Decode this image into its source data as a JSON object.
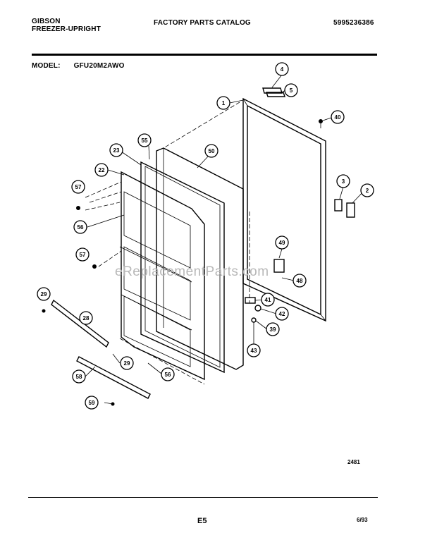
{
  "header": {
    "brand_line1": "GIBSON",
    "brand_line2": "FREEZER-UPRIGHT",
    "catalog_title": "FACTORY PARTS CATALOG",
    "catalog_number": "5995236386",
    "model_label": "MODEL:",
    "model_value": "GFU20M2AWO"
  },
  "diagram": {
    "reference_number": "2481",
    "watermark": "eReplacementParts.com",
    "callouts": [
      "4",
      "5",
      "1",
      "40",
      "55",
      "50",
      "23",
      "22",
      "3",
      "2",
      "57",
      "56",
      "57",
      "49",
      "48",
      "29",
      "41",
      "28",
      "42",
      "39",
      "43",
      "29",
      "56",
      "58",
      "59"
    ]
  },
  "footer": {
    "page": "E5",
    "date": "6/93"
  }
}
